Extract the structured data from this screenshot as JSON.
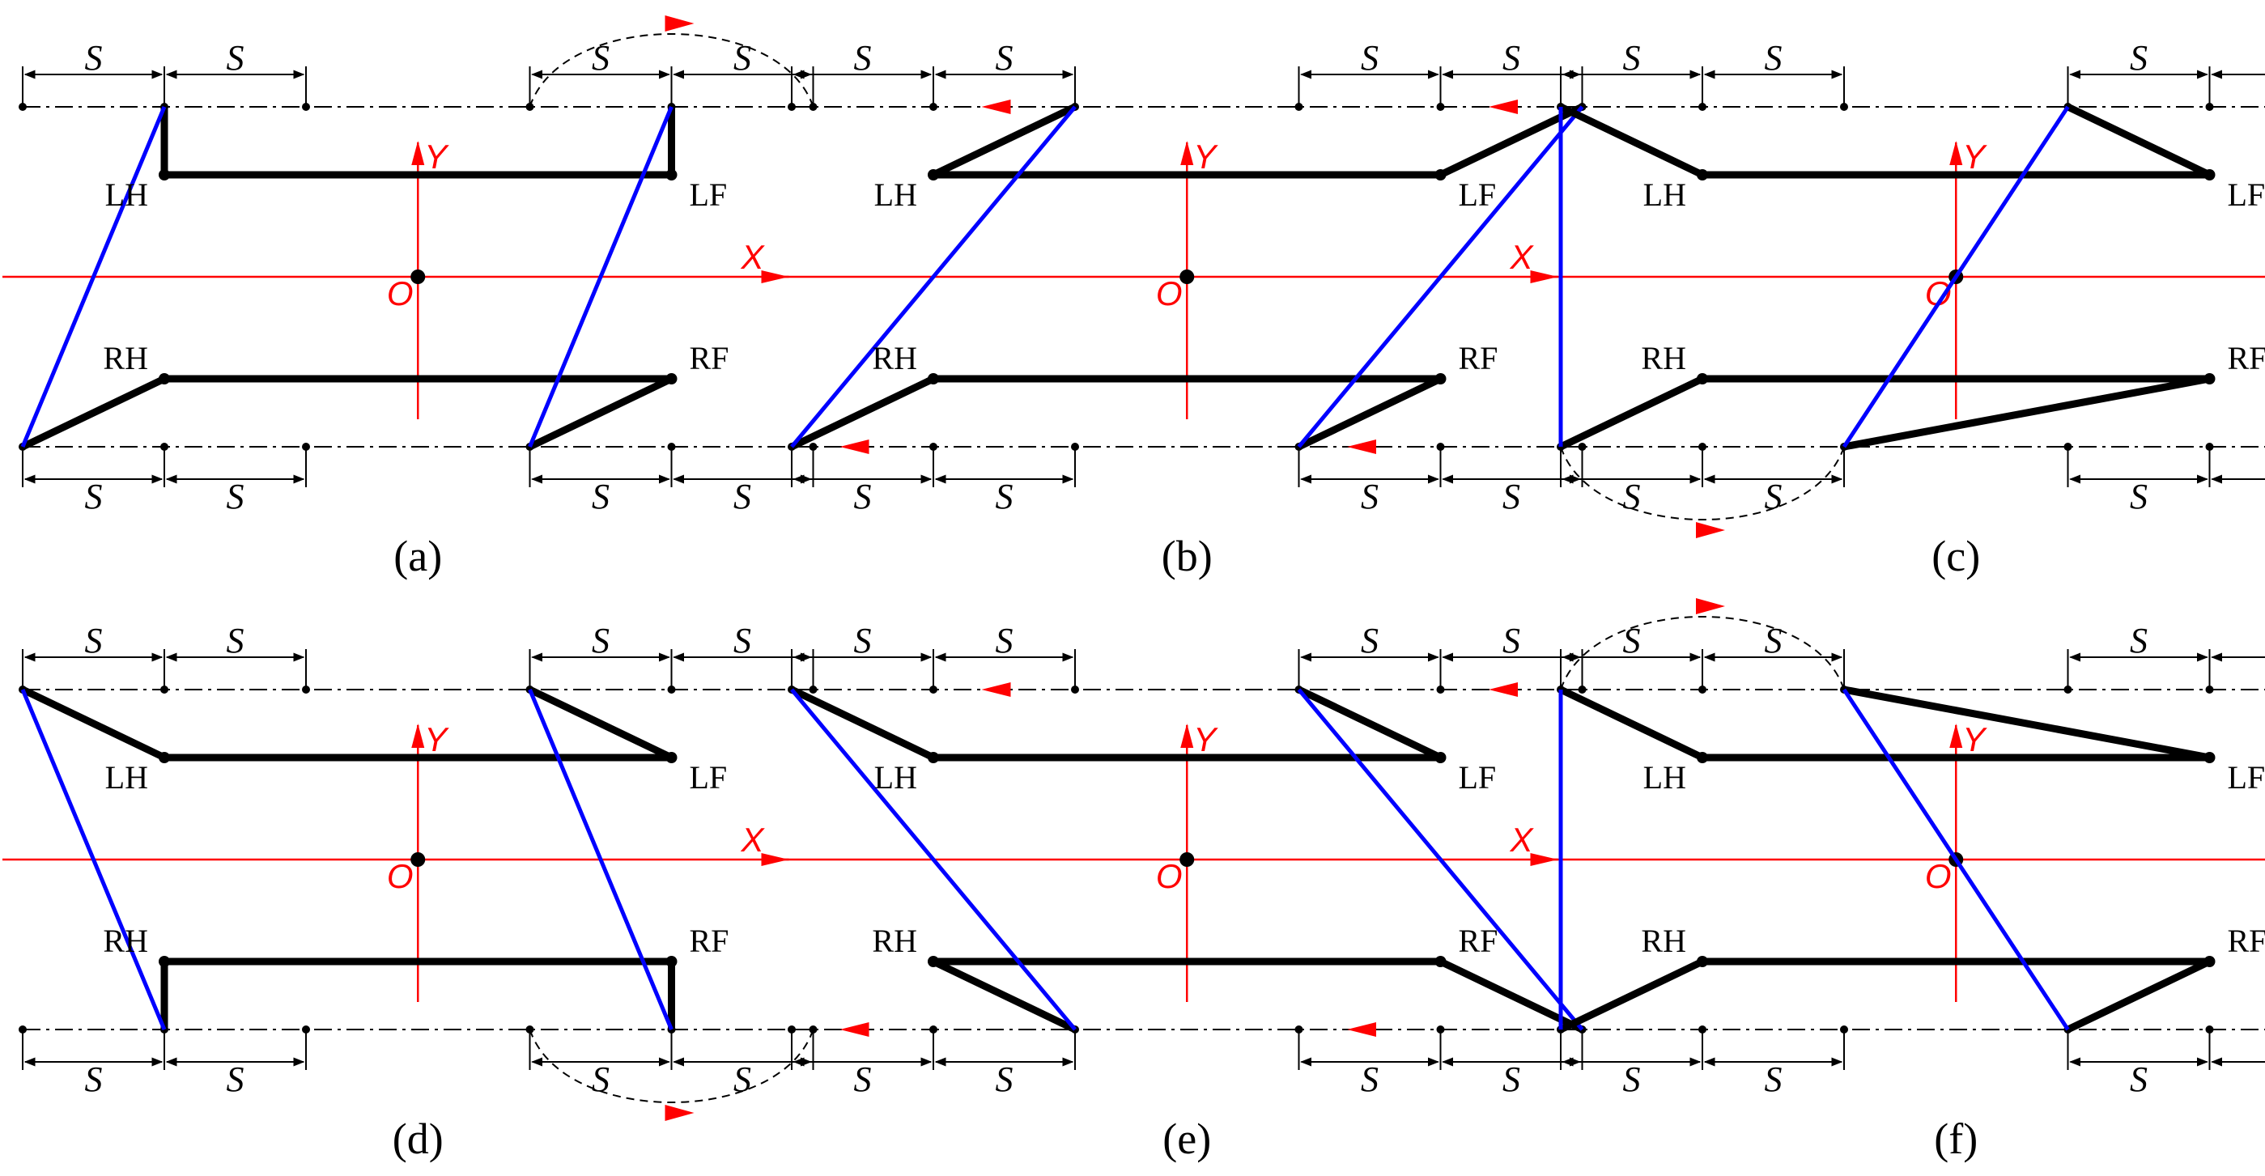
{
  "colors": {
    "body_line": "#000000",
    "diagonal": "#0000ff",
    "axis": "#ff0000",
    "arrow": "#ff0000"
  },
  "axis_labels": {
    "x": "X",
    "y": "Y",
    "origin": "O"
  },
  "step_label": "S",
  "leg_labels": {
    "lh": "LH",
    "lf": "LF",
    "rh": "RH",
    "rf": "RF"
  },
  "panels": [
    {
      "caption": "(a)",
      "top_tips": [
        1,
        4
      ],
      "bottom_tips": [
        0,
        3
      ],
      "swing": "top",
      "left_arrows": false
    },
    {
      "caption": "(b)",
      "top_tips": [
        2,
        5
      ],
      "bottom_tips": [
        0,
        3
      ],
      "swing": "none",
      "left_arrows": true
    },
    {
      "caption": "(c)",
      "top_tips": [
        0,
        3
      ],
      "bottom_tips": [
        -1,
        2
      ],
      "swing": "bottom",
      "left_arrows": false
    },
    {
      "caption": "(d)",
      "top_tips": [
        0,
        3
      ],
      "bottom_tips": [
        1,
        4
      ],
      "swing": "bottom",
      "left_arrows": false
    },
    {
      "caption": "(e)",
      "top_tips": [
        0,
        3
      ],
      "bottom_tips": [
        2,
        5
      ],
      "swing": "none",
      "left_arrows": true
    },
    {
      "caption": "(f)",
      "top_tips": [
        -1,
        2
      ],
      "bottom_tips": [
        0,
        3
      ],
      "swing": "top",
      "left_arrows": false
    }
  ]
}
